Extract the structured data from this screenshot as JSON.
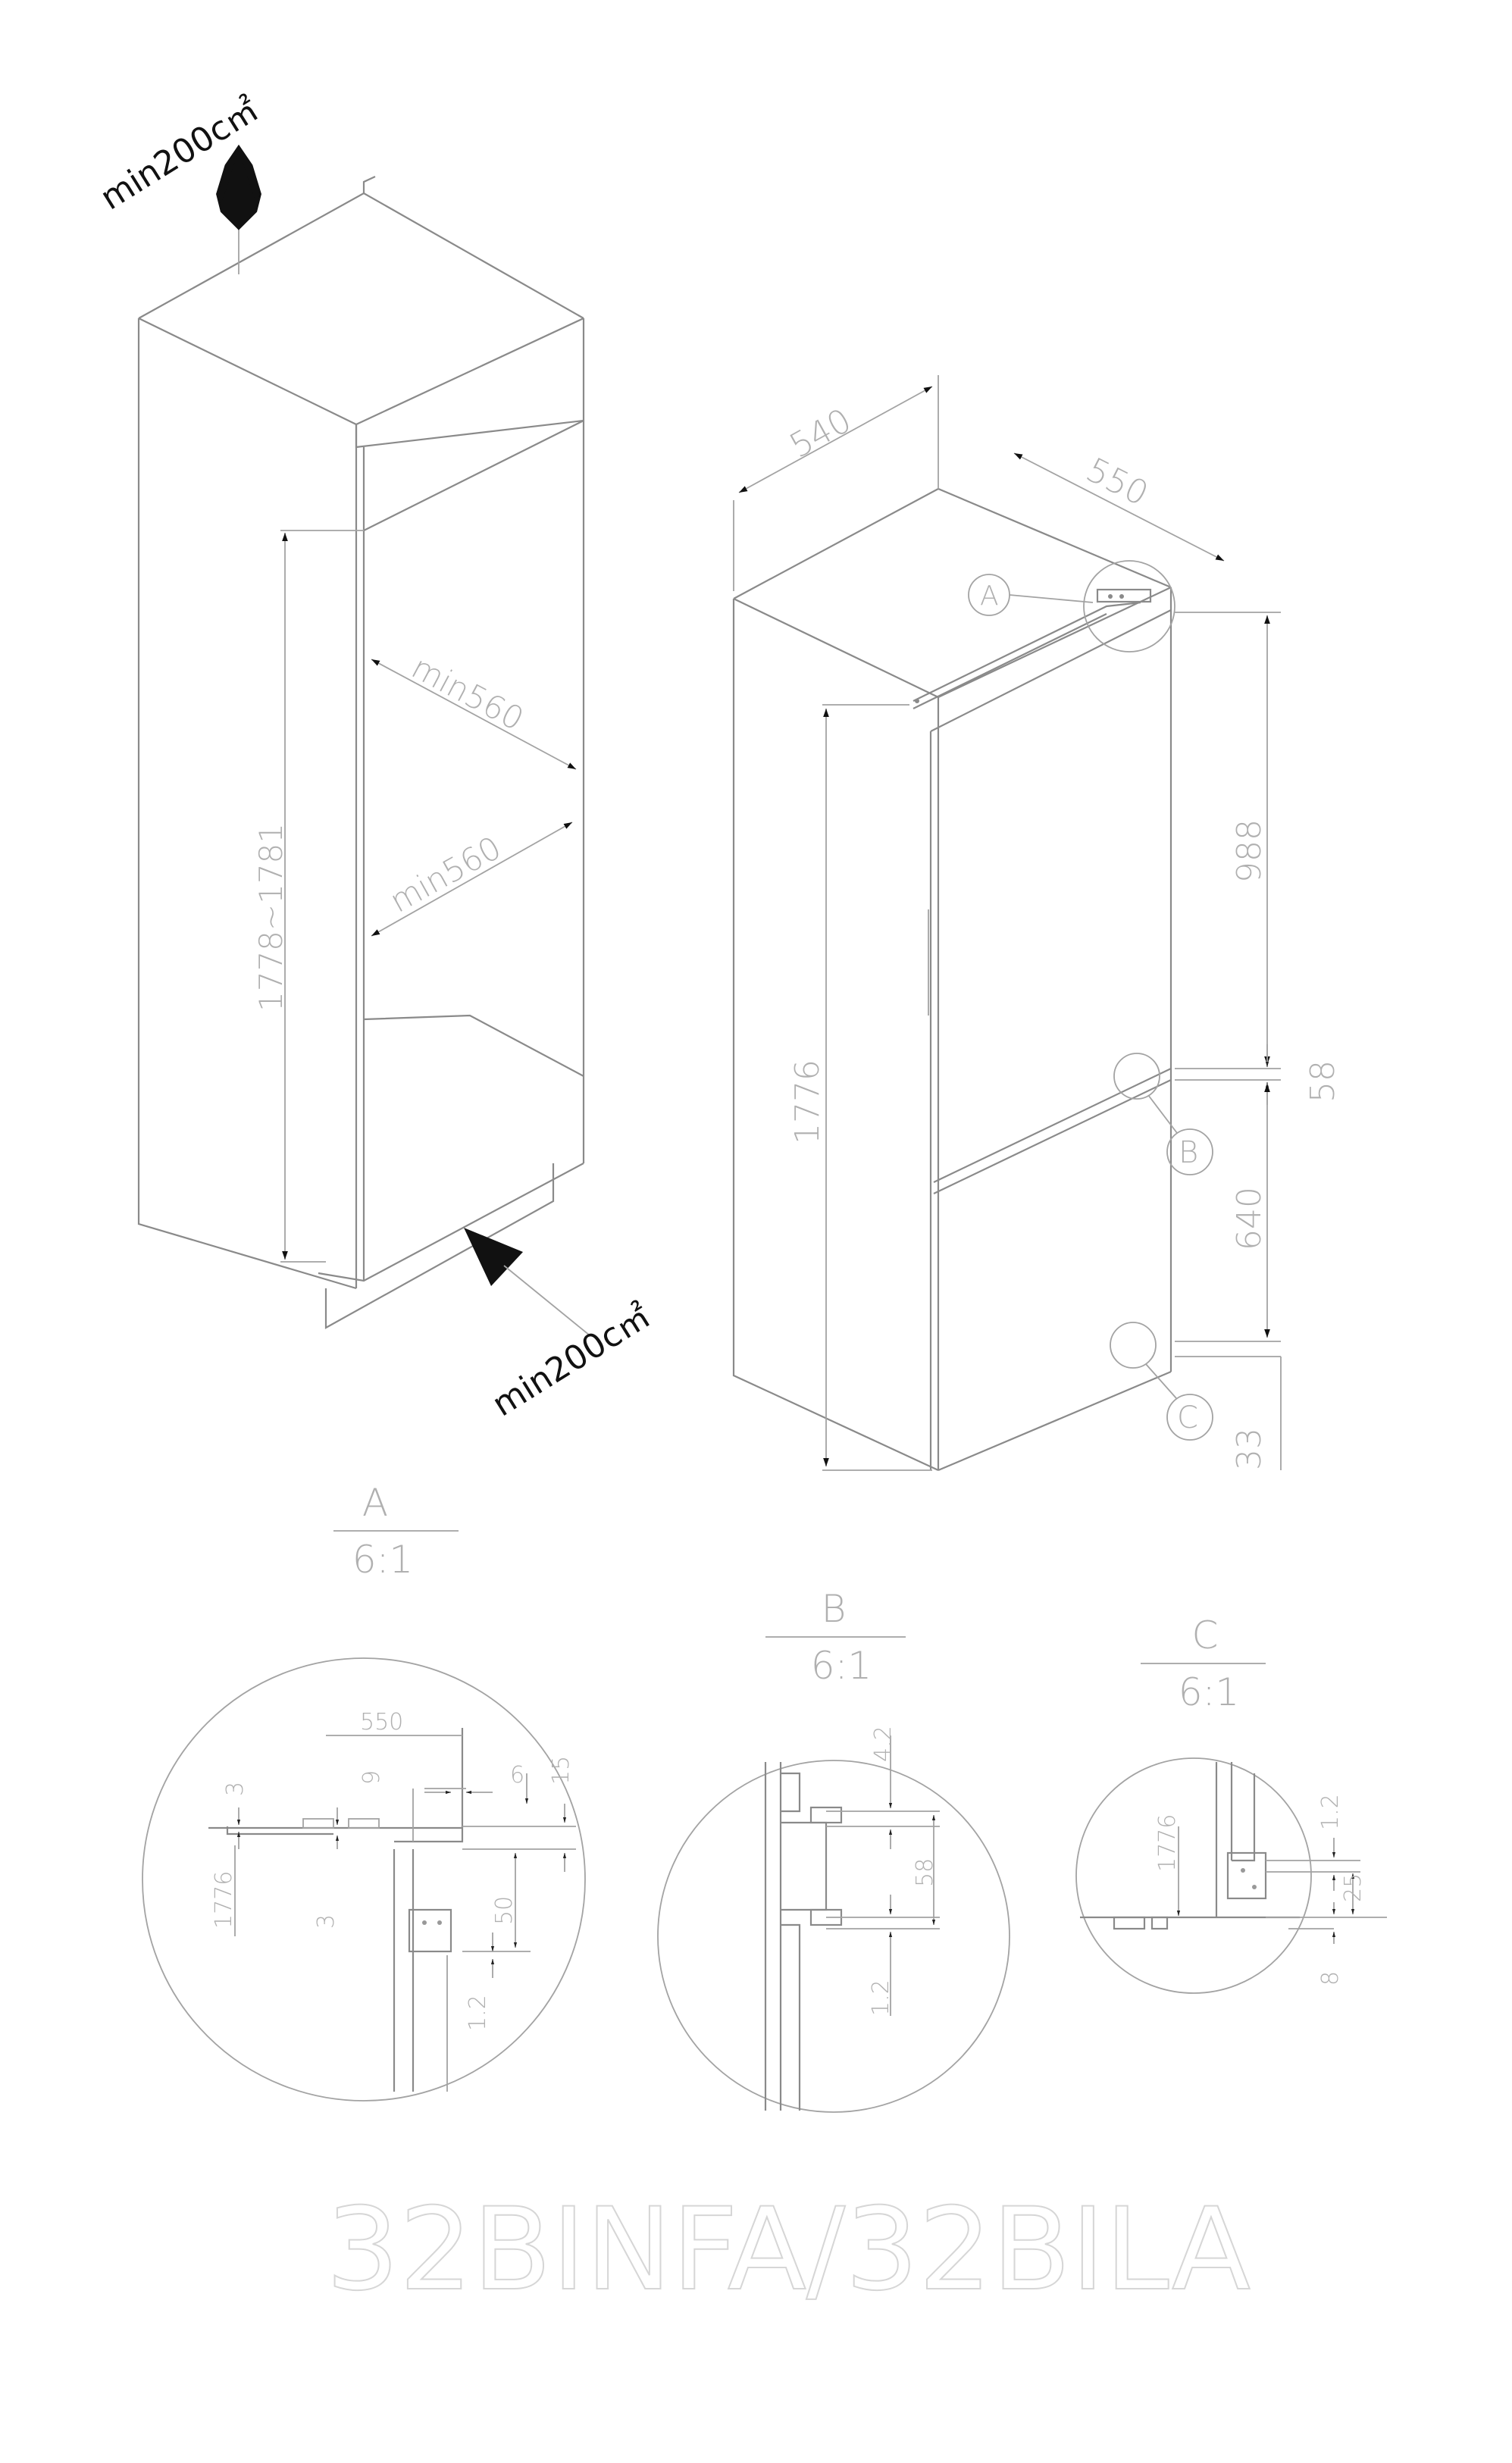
{
  "vent_top_label": "min200c㎡",
  "vent_bottom_label": "min200c㎡",
  "niche": {
    "height_label": "1778~1781",
    "width_top_label": "min560",
    "width_mid_label": "min560"
  },
  "appliance": {
    "width_label": "540",
    "depth_label": "550",
    "height_label": "1776",
    "upper_door_label": "988",
    "gap_label": "58",
    "lower_door_label": "640",
    "bottom_label": "33",
    "callout_a": "A",
    "callout_b": "B",
    "callout_c": "C"
  },
  "details": {
    "a": {
      "letter": "A",
      "scale": "6:1",
      "dims": [
        "550",
        "9",
        "6",
        "15",
        "3",
        "1776",
        "3",
        "50",
        "1.2"
      ]
    },
    "b": {
      "letter": "B",
      "scale": "6:1",
      "dims": [
        "4.2",
        "58",
        "1.2"
      ]
    },
    "c": {
      "letter": "C",
      "scale": "6:1",
      "dims": [
        "1.2",
        "1776",
        "25",
        "8"
      ]
    }
  },
  "model_title": "32BINFA/32BILA"
}
